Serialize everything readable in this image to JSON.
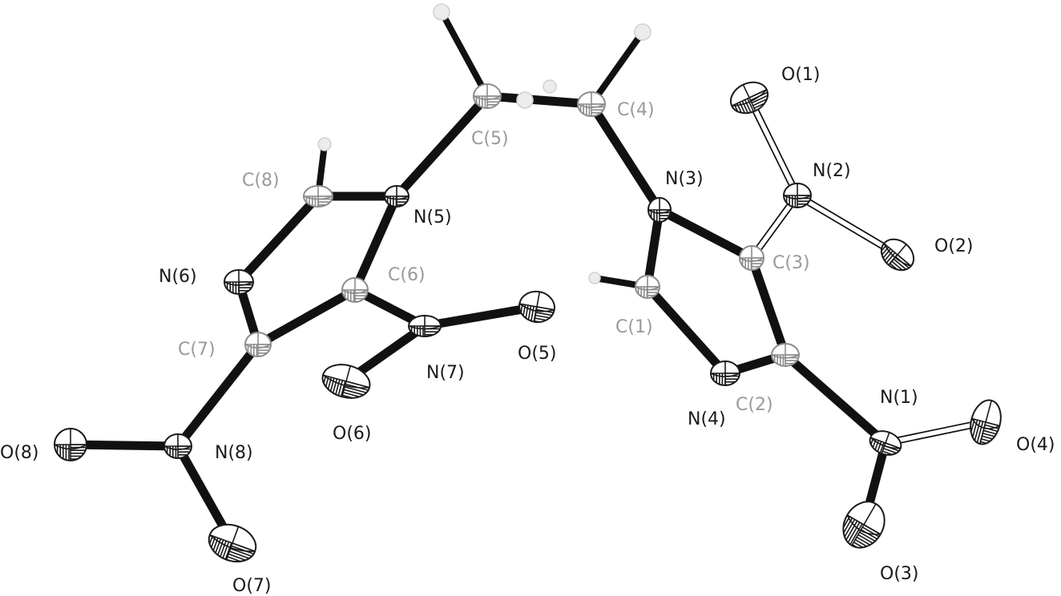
{
  "labels": {
    "O1": "O(1)",
    "O2": "O(2)",
    "O3": "O(3)",
    "O4": "O(4)",
    "O5": "O(5)",
    "O6": "O(6)",
    "O7": "O(7)",
    "O8": "O(8)",
    "N1": "N(1)",
    "N2": "N(2)",
    "N3": "N(3)",
    "N4": "N(4)",
    "N5": "N(5)",
    "N6": "N(6)",
    "N7": "N(7)",
    "N8": "N(8)",
    "C1": "C(1)",
    "C2": "C(2)",
    "C3": "C(3)",
    "C4": "C(4)",
    "C5": "C(5)",
    "C6": "C(6)",
    "C7": "C(7)",
    "C8": "C(8)"
  },
  "colors": {
    "bond": "#111111",
    "nitrogen_oxygen_outline": "#1a1a1a",
    "carbon_outline": "#8c8c8c",
    "hydrogen_fill": "#ececec",
    "background": "#ffffff"
  }
}
